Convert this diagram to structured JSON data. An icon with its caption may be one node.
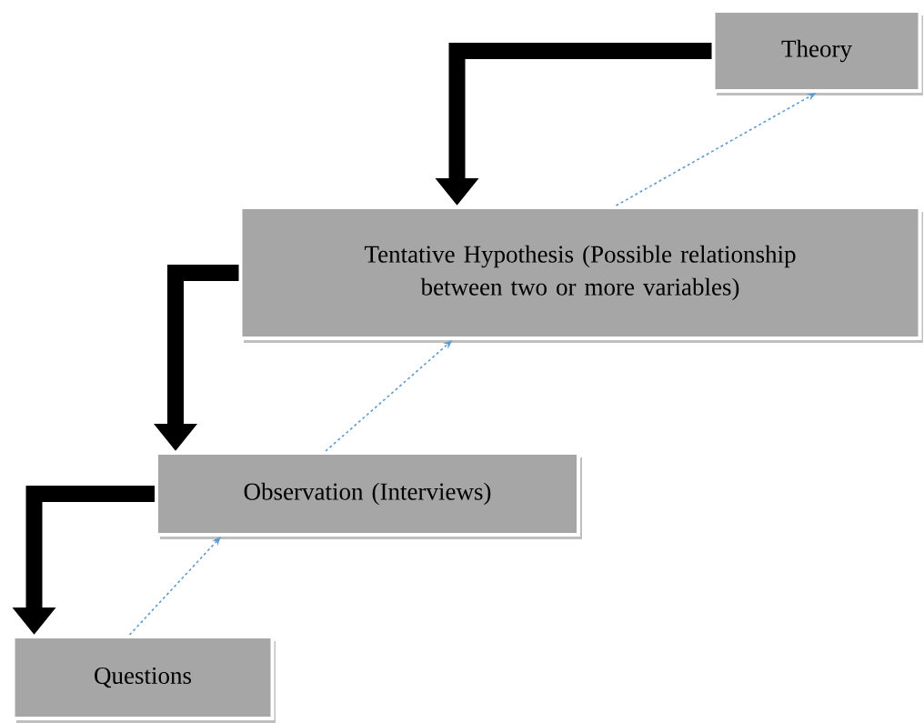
{
  "diagram": {
    "nodes": [
      {
        "text": [
          "Theory"
        ]
      },
      {
        "text": [
          "Tentative Hypothesis (Possible relationship between two or more variables)"
        ]
      },
      {
        "text": [
          "Observation (Interviews)"
        ]
      },
      {
        "text": [
          "Questions"
        ]
      }
    ],
    "edges": [
      {
        "from": 0,
        "to": 1,
        "arrow": "to",
        "style": "thick",
        "color": "#000000"
      },
      {
        "from": 1,
        "to": 2,
        "arrow": "to",
        "style": "thick",
        "color": "#000000"
      },
      {
        "from": 2,
        "to": 3,
        "arrow": "to",
        "style": "thick",
        "color": "#000000"
      },
      {
        "from": 3,
        "to": 2,
        "arrow": "to",
        "style": "dashed",
        "color": "#5b9bd5"
      },
      {
        "from": 2,
        "to": 1,
        "arrow": "to",
        "style": "dashed",
        "color": "#5b9bd5"
      },
      {
        "from": 1,
        "to": 0,
        "arrow": "to",
        "style": "dashed",
        "color": "#5b9bd5"
      }
    ]
  }
}
